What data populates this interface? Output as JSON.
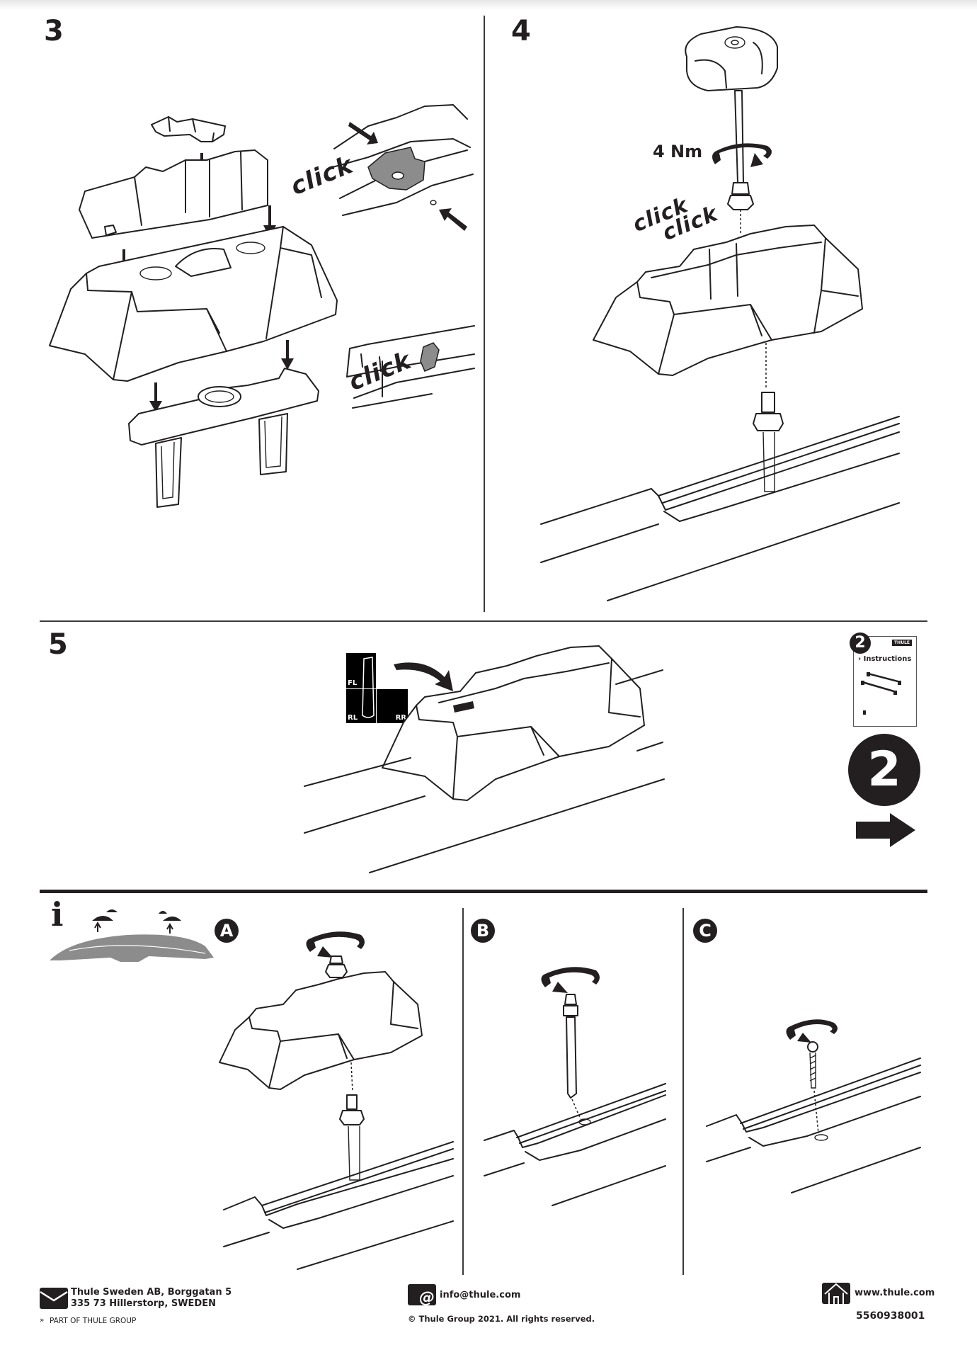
{
  "document": {
    "brand": "Thule",
    "colors": {
      "ink": "#231f20",
      "gray_part": "#8c8c8c",
      "white": "#ffffff"
    }
  },
  "steps": [
    {
      "number": "3",
      "callouts": [
        "click",
        "click"
      ]
    },
    {
      "number": "4",
      "torque_label": "4 Nm",
      "callouts": [
        "click",
        "click"
      ]
    },
    {
      "number": "5",
      "position_labels": [
        "FL",
        "RL",
        "RR"
      ]
    }
  ],
  "next_booklet": {
    "number": "2",
    "logo": "THULE",
    "title": "› Instructions",
    "big_number": "2",
    "arrow": "right-arrow-icon"
  },
  "info_section": {
    "icon": "info-icon",
    "options": [
      {
        "letter": "A"
      },
      {
        "letter": "B"
      },
      {
        "letter": "C"
      }
    ]
  },
  "footer": {
    "address_line1": "Thule Sweden AB, Borggatan 5",
    "address_line2": "335 73 Hillerstorp, SWEDEN",
    "group": "PART OF THULE GROUP",
    "email": "info@thule.com",
    "copyright": "© Thule Group 2021. All rights reserved.",
    "website": "www.thule.com",
    "part_number": "5560938001"
  }
}
